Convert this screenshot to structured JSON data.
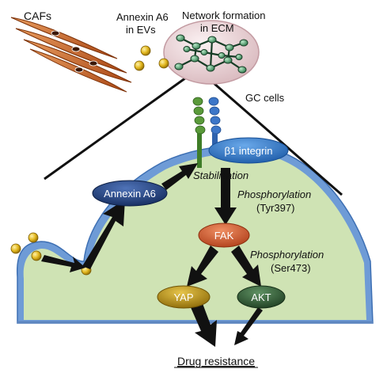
{
  "labels": {
    "cafs": "CAFs",
    "annexin_evs_line1": "Annexin A6",
    "annexin_evs_line2": "in EVs",
    "network_line1": "Network formation",
    "network_line2": "in ECM",
    "gc_cells": "GC cells",
    "beta1_integrin": "β1 integrin",
    "stabilization": "Stabilization",
    "annexin_a6": "Annexin A6",
    "phospho1_line1": "Phosphorylation",
    "phospho1_line2": "(Tyr397)",
    "fak": "FAK",
    "phospho2_line1": "Phosphorylation",
    "phospho2_line2": "(Ser473)",
    "yap": "YAP",
    "akt": "AKT",
    "drug_resistance": "Drug resistance"
  },
  "colors": {
    "cell_fill": "#cfe3b4",
    "membrane": "#6e9bd6",
    "annexin_oval": "#1d3b78",
    "integrin_oval": "#2a6fc2",
    "fak_oval": "#c9542b",
    "yap_oval": "#b6901a",
    "akt_oval": "#2f5a32",
    "caf_fill": "#c8642c",
    "ev_fill": "#e2b71e",
    "ecm_fill": "#e9d3d6"
  },
  "icons": [
    "caf-cells-icon",
    "ev-particle-icon",
    "ecm-network-icon",
    "integrin-receptor-icon"
  ]
}
